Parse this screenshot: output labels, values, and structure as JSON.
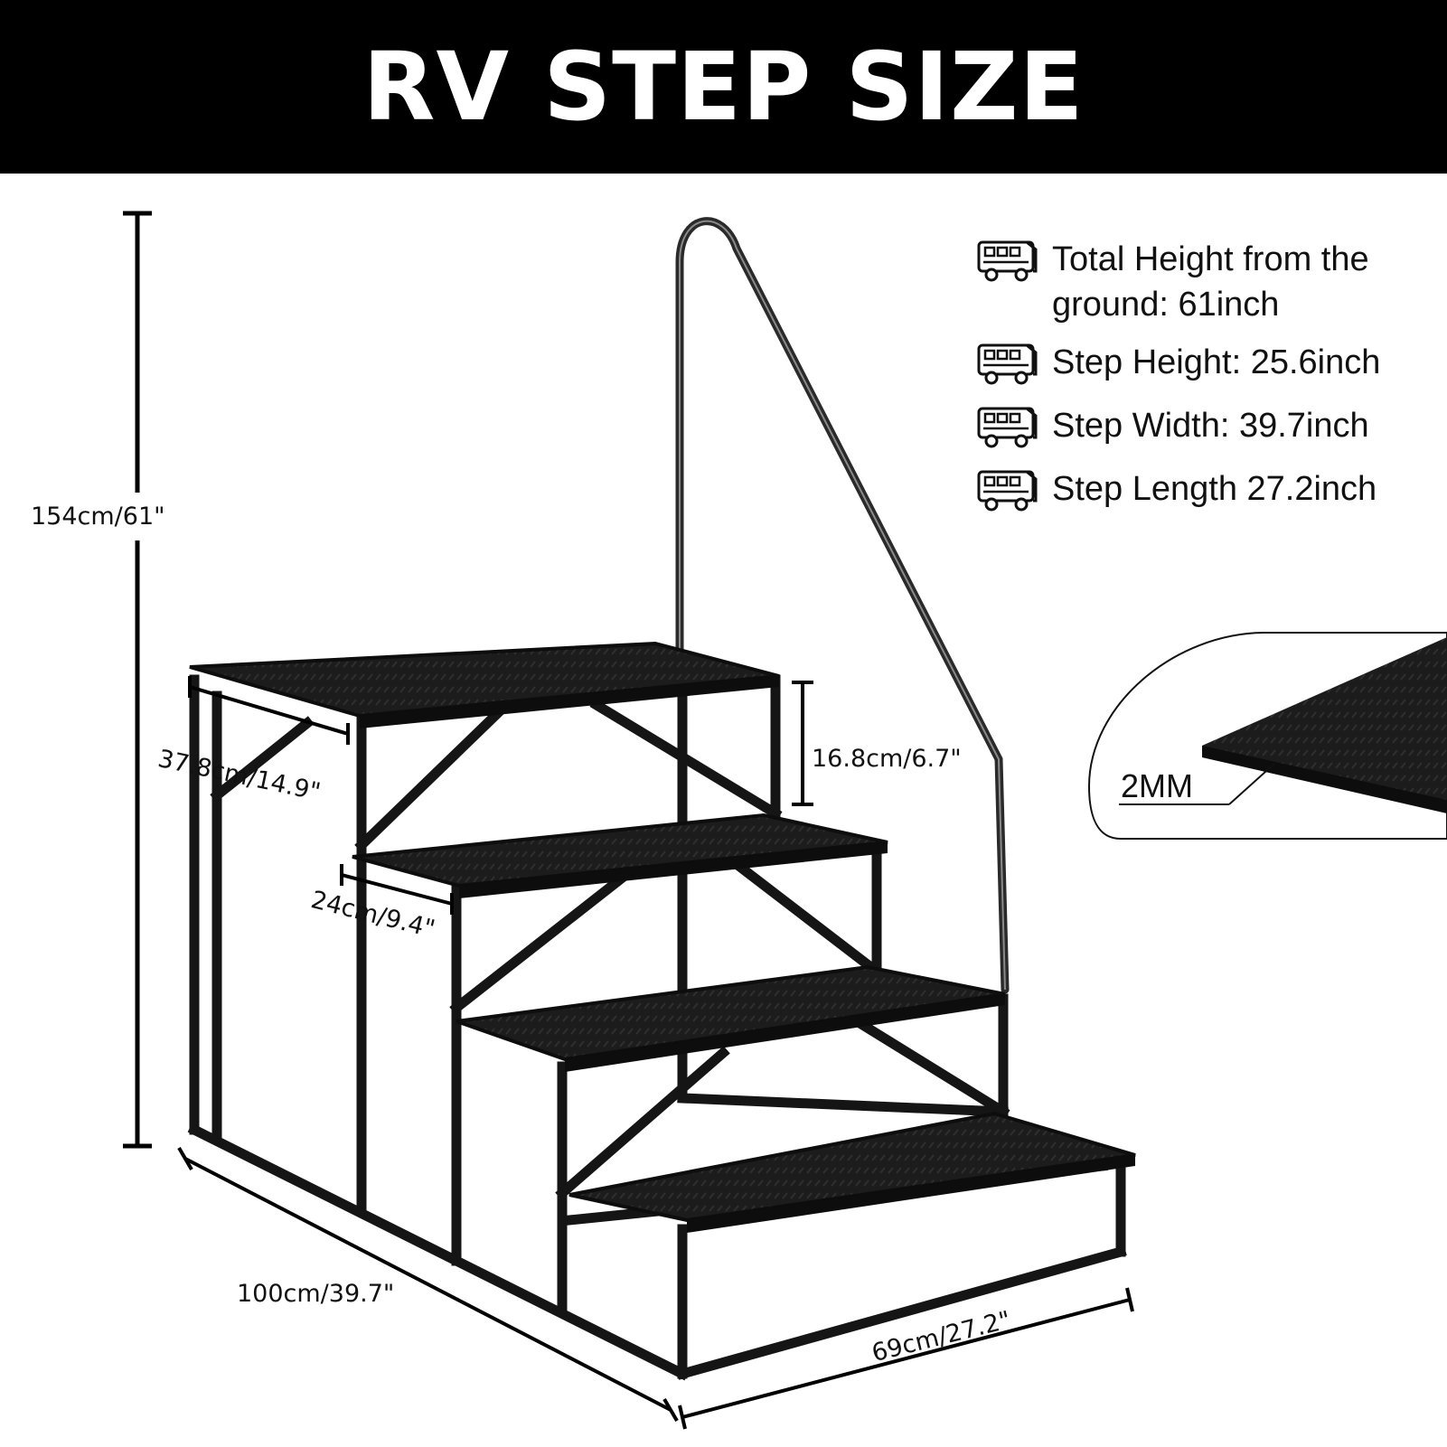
{
  "banner": {
    "title": "RV STEP SIZE"
  },
  "specs": [
    {
      "icon": "rv-icon",
      "text": "Total Height from the ground: 61inch"
    },
    {
      "icon": "rv-icon",
      "text": "Step Height: 25.6inch"
    },
    {
      "icon": "rv-icon",
      "text": "Step Width: 39.7inch"
    },
    {
      "icon": "rv-icon",
      "text": "Step Length 27.2inch"
    }
  ],
  "dimensions": {
    "total_height": "154cm/61\"",
    "depth": "37.8cm/14.9\"",
    "riser": "16.8cm/6.7\"",
    "tread": "24cm/9.4\"",
    "width": "100cm/39.7\"",
    "length": "69cm/27.2\""
  },
  "detail": {
    "thickness": "2MM"
  }
}
